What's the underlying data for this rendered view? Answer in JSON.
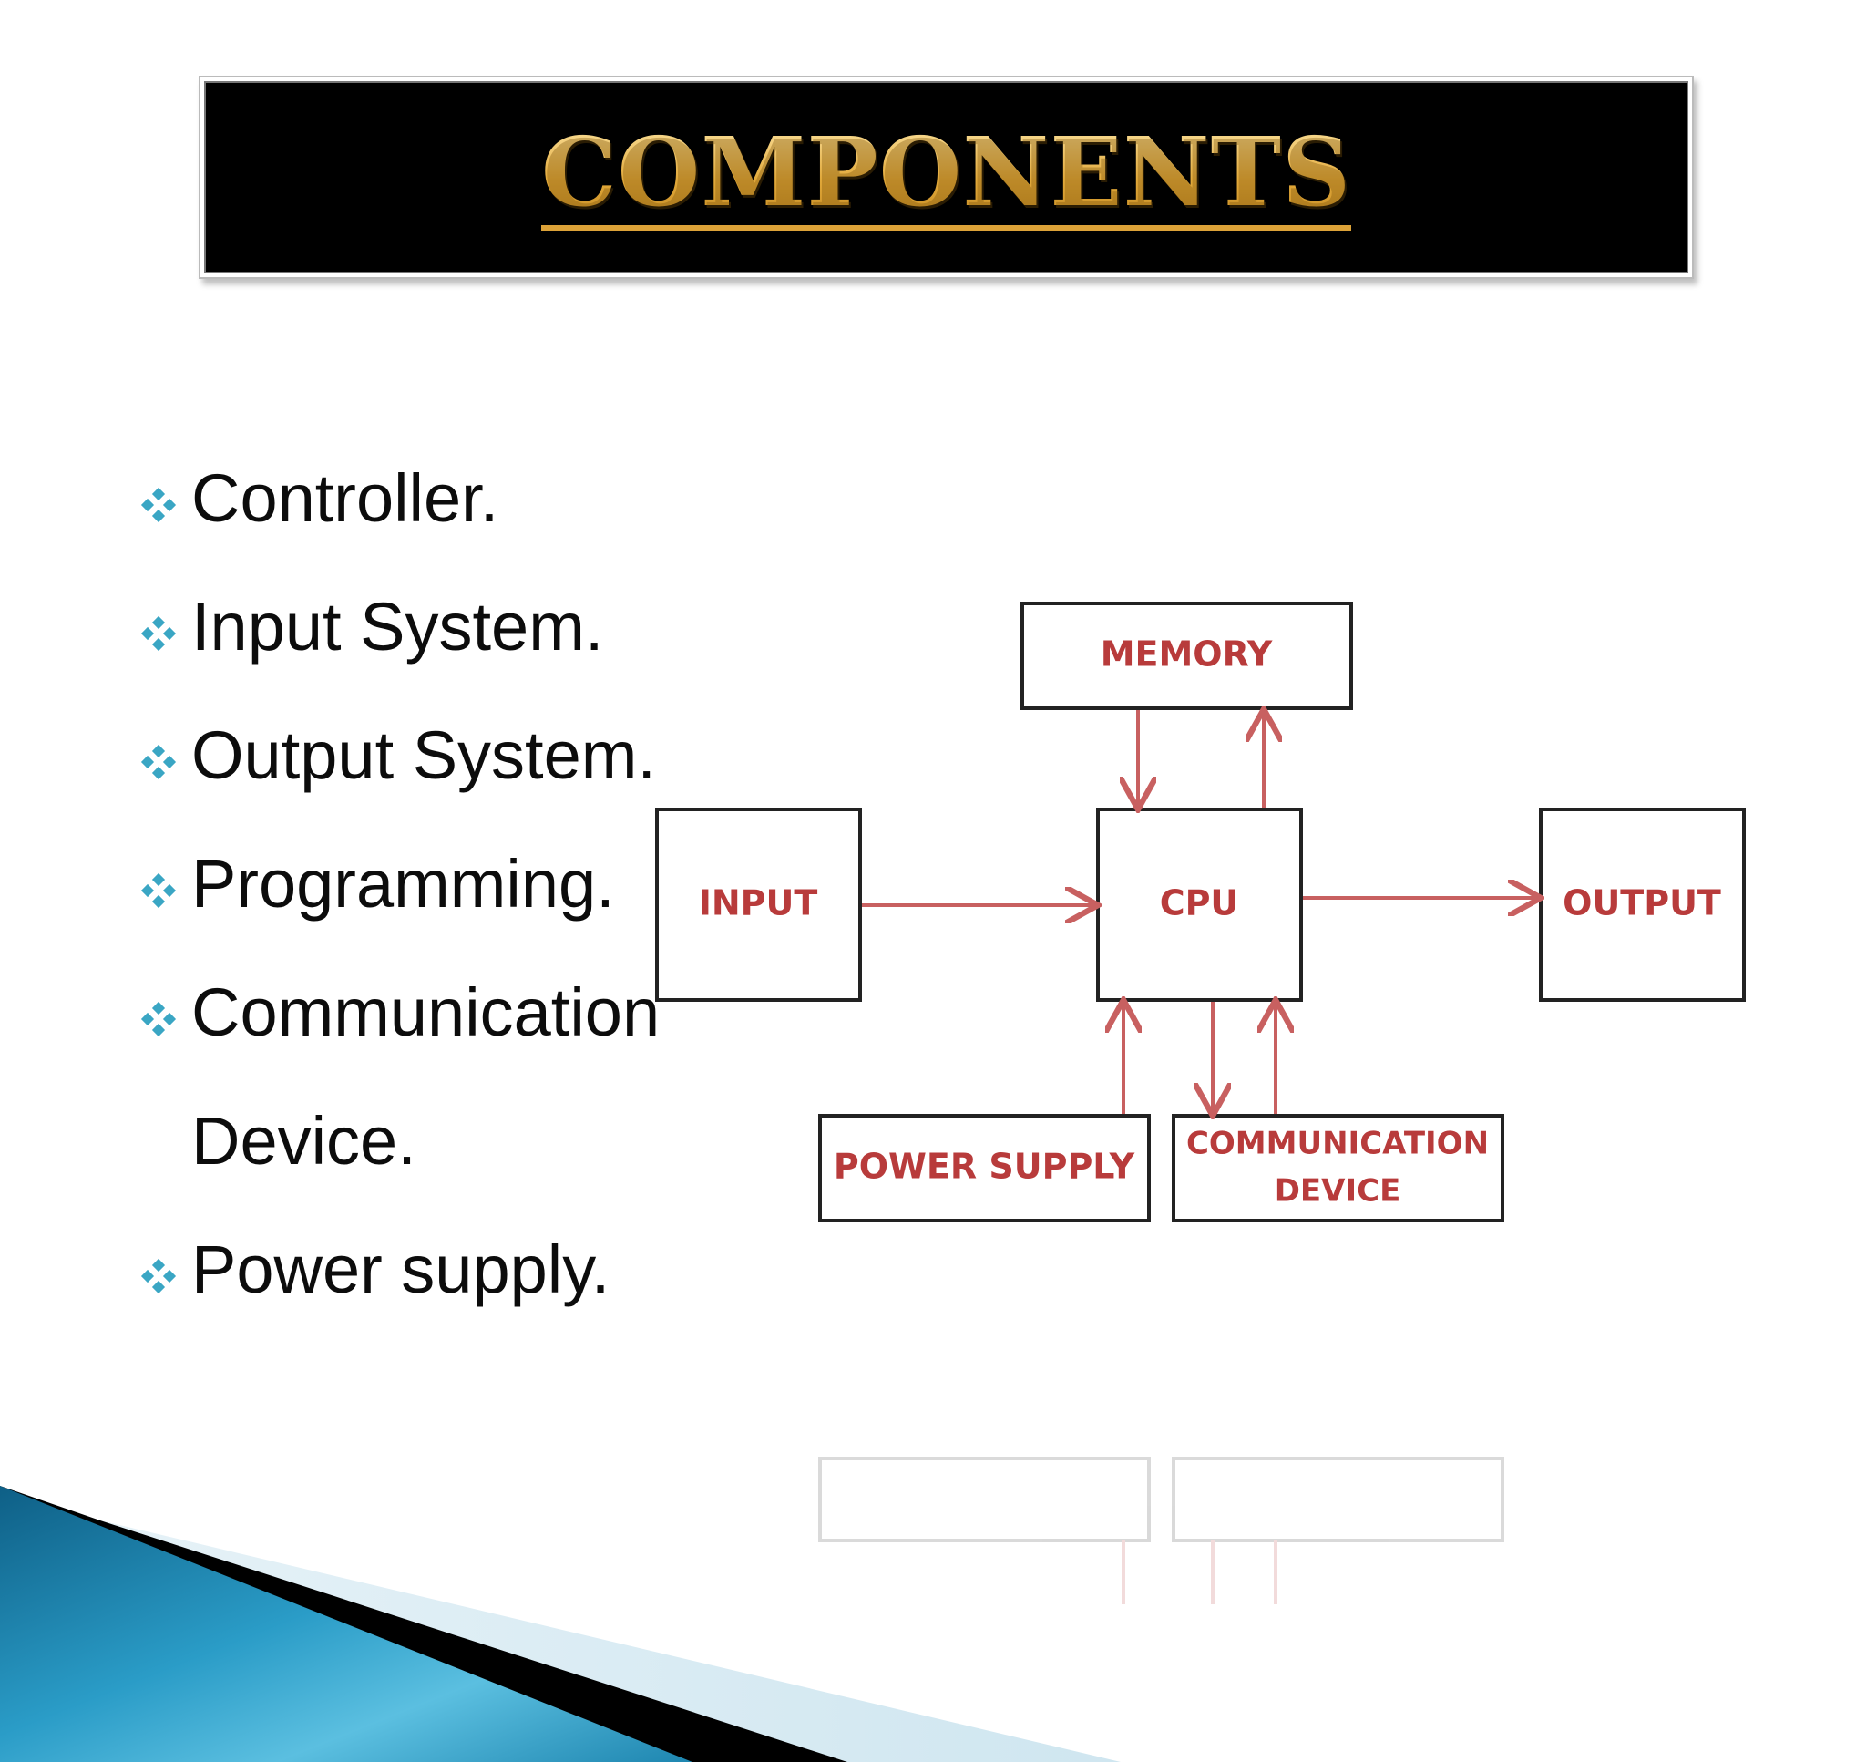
{
  "slide": {
    "title": "COMPONENTS",
    "bullets": [
      "Controller.",
      "Input System.",
      "Output System.",
      "Programming.",
      "Communication",
      "Device.",
      "Power supply."
    ]
  },
  "diagram": {
    "boxes": {
      "memory": "MEMORY",
      "input": "INPUT",
      "cpu": "CPU",
      "output": "OUTPUT",
      "power_supply": "POWER SUPPLY",
      "communication_line1": "COMMUNICATION",
      "communication_line2": "DEVICE"
    }
  },
  "colors": {
    "title_gold": "#e2a93a",
    "box_label_red": "#b83b3b",
    "arrow_red": "#c86060",
    "bullet_teal": "#3aa6c4",
    "swoosh_blue": "#1e86b0"
  },
  "icons": {
    "bullet": "diamond-cluster-icon"
  }
}
